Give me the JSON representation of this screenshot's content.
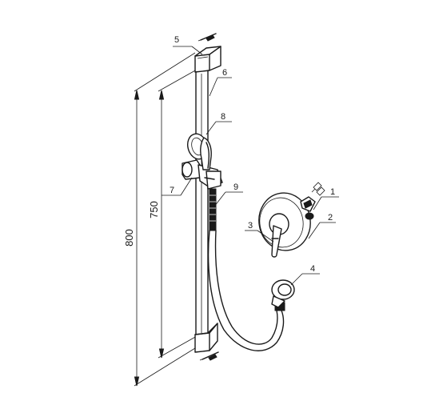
{
  "dimensions": {
    "overall": "800",
    "rail": "750"
  },
  "callouts": {
    "c1": "1",
    "c2": "2",
    "c3": "3",
    "c4": "4",
    "c5": "5",
    "c6": "6",
    "c7": "7",
    "c8": "8",
    "c9": "9"
  }
}
